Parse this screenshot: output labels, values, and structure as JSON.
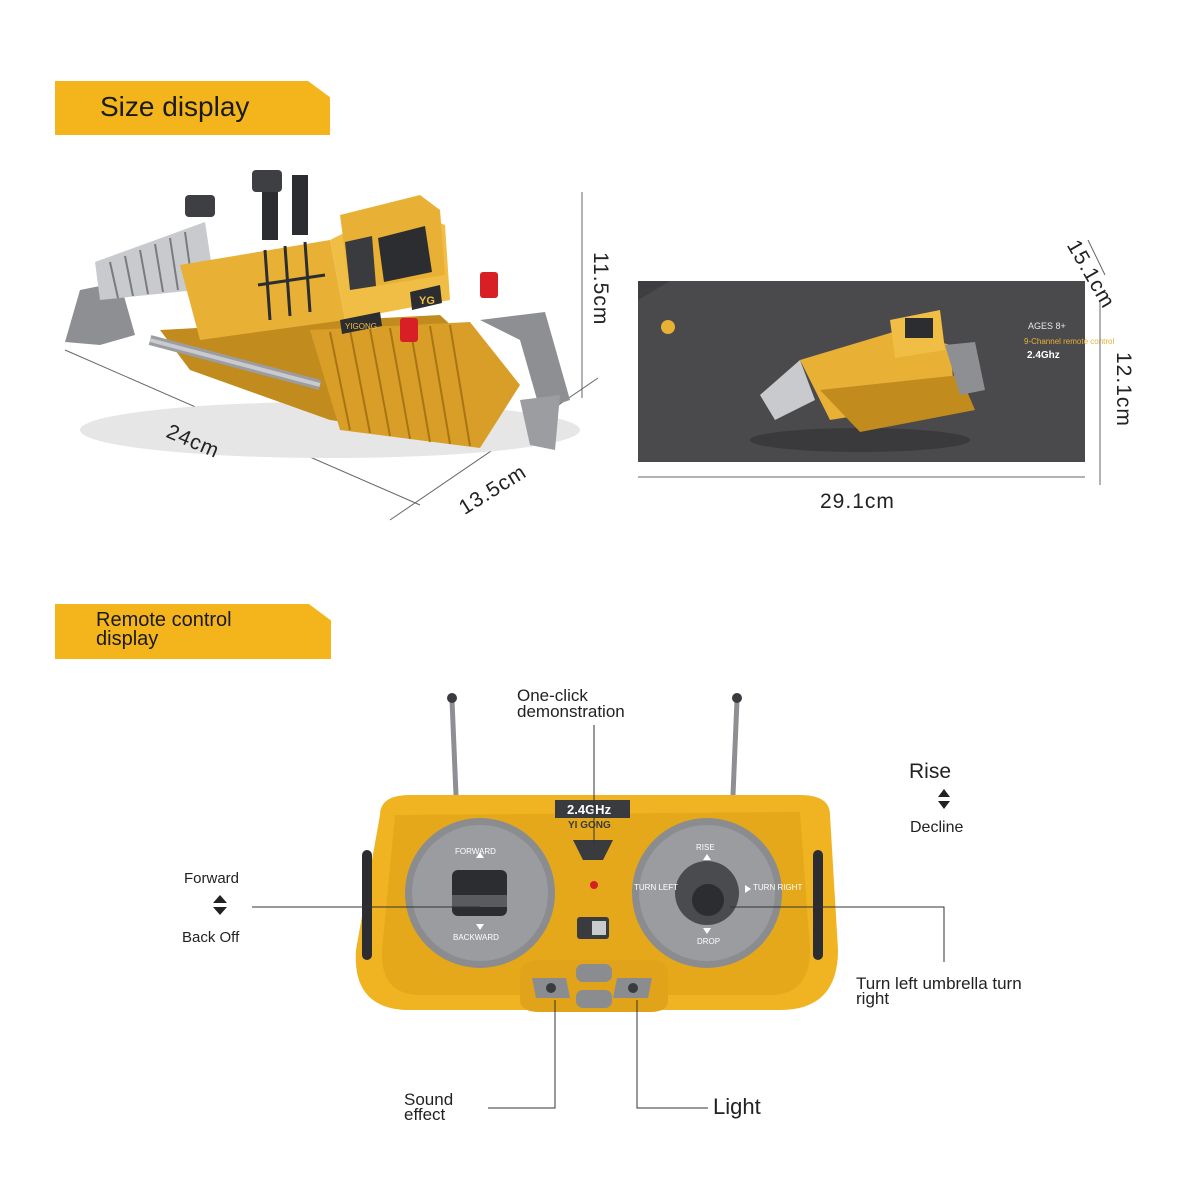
{
  "sections": {
    "size_title": "Size display",
    "remote_title": "Remote control display"
  },
  "dimensions": {
    "length": "24cm",
    "width": "13.5cm",
    "height": "11.5cm",
    "box_length": "29.1cm",
    "box_depth": "15.1cm",
    "box_height": "12.1cm"
  },
  "box": {
    "age": "AGES 8+",
    "channel": "9-Channel remote control",
    "frequency": "2.4Ghz"
  },
  "bulldozer": {
    "brand_plate": "YIGONG",
    "logo": "YG"
  },
  "remote": {
    "frequency_label": "2.4GHz",
    "brand": "YI GONG",
    "left_stick_up": "FORWARD",
    "left_stick_down": "BACKWARD",
    "right_stick_up": "RISE",
    "right_stick_down": "DROP",
    "right_stick_left": "TURN LEFT",
    "right_stick_right": "TURN RIGHT"
  },
  "annotations": {
    "demo": "One-click demonstration",
    "rise": "Rise",
    "decline": "Decline",
    "forward": "Forward",
    "back": "Back Off",
    "turn": "Turn left umbrella turn right",
    "sound": "Sound effect",
    "light": "Light"
  },
  "colors": {
    "banner": "#f3b51b",
    "machine_yellow": "#e8b034",
    "box_gray": "#4a4a4c",
    "remote_yellow": "#f0b322",
    "panel_gray": "#8a8c8f"
  }
}
